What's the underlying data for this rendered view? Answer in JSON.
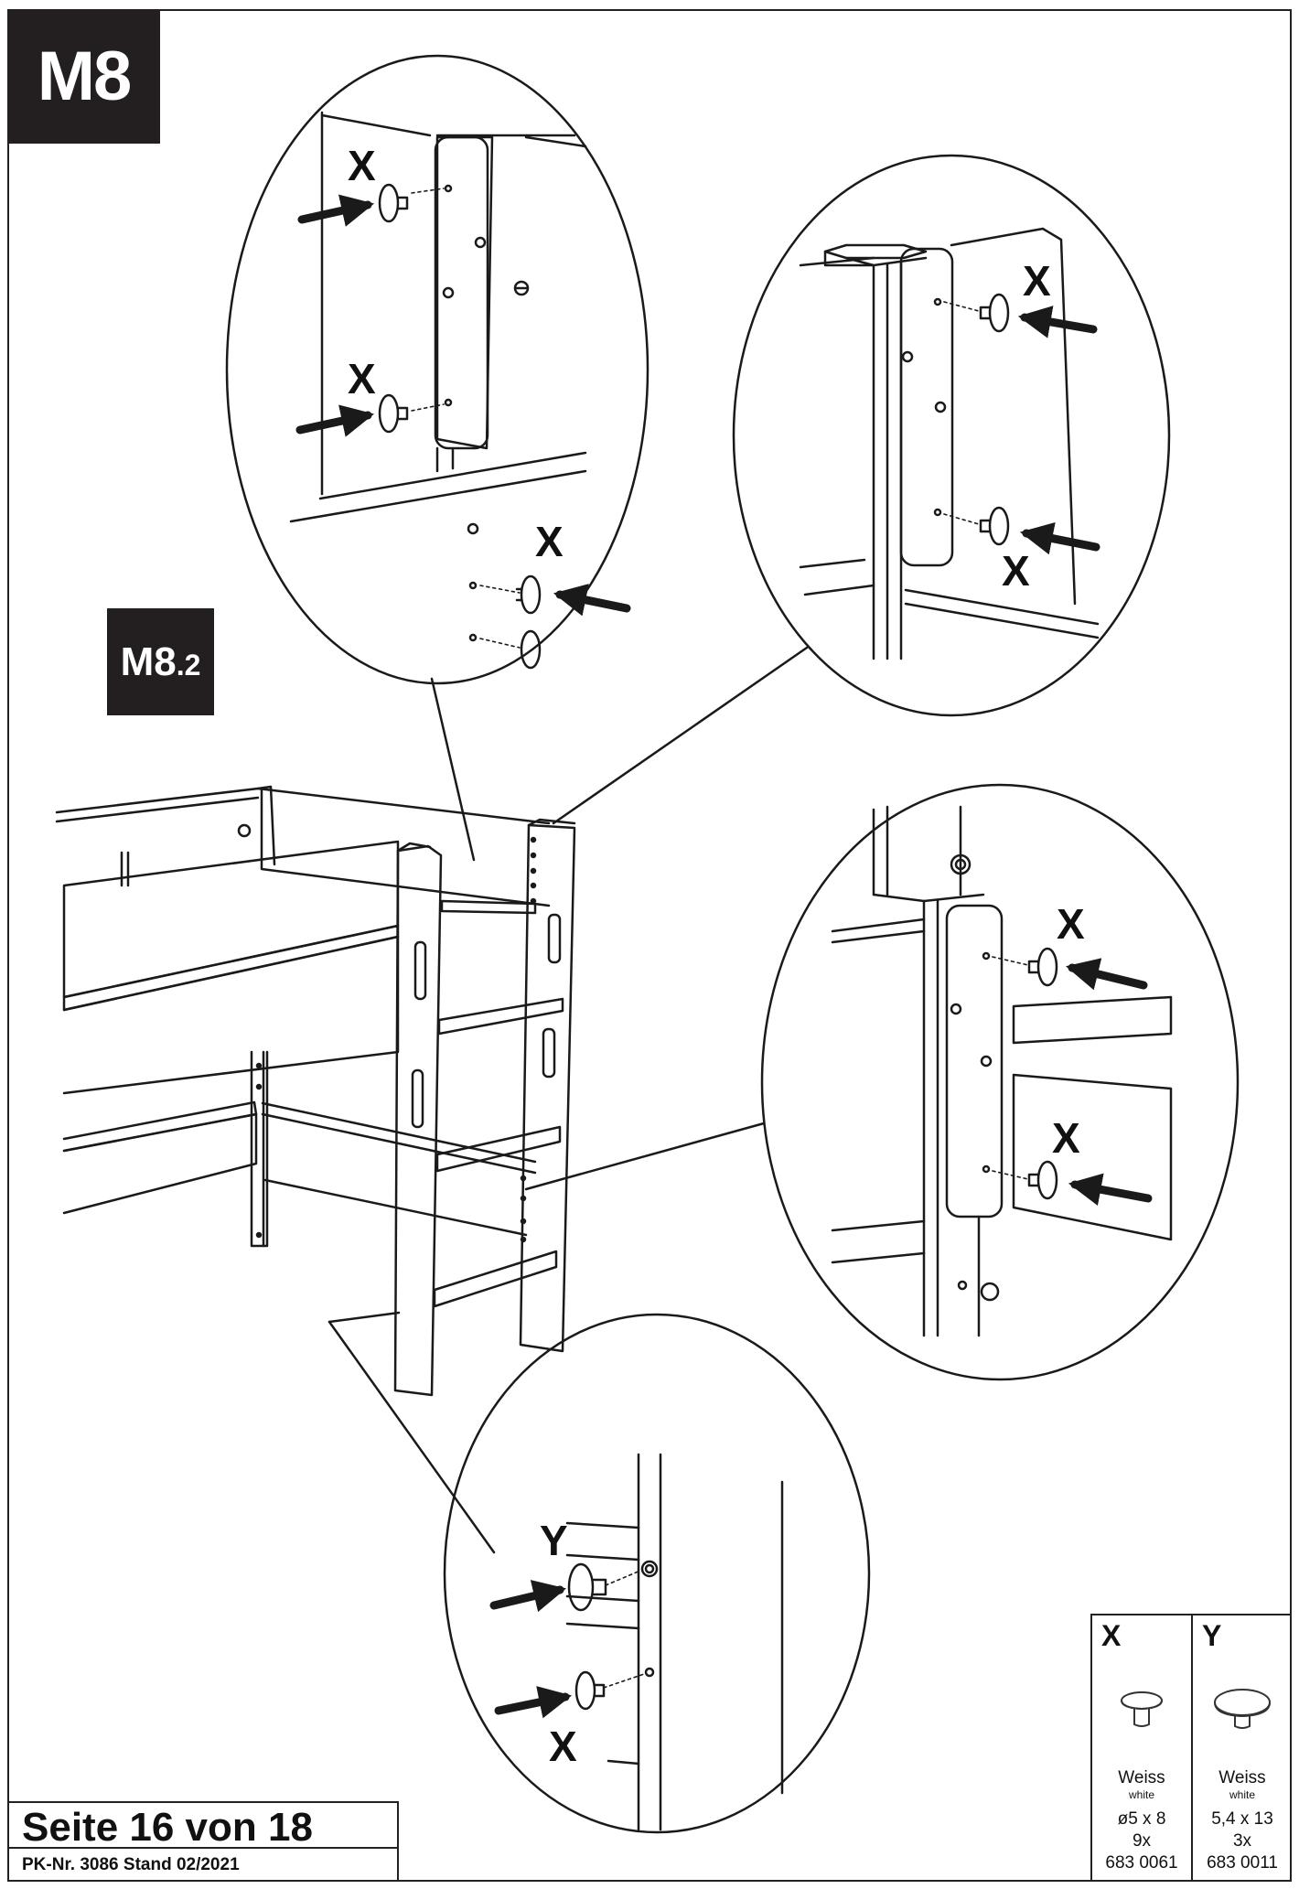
{
  "step": {
    "main": "M8",
    "sub_main": "M8",
    "sub_suffix": ".2"
  },
  "callout_labels": {
    "bubble_top_left": [
      "X",
      "X",
      "X"
    ],
    "bubble_top_right": [
      "X",
      "X"
    ],
    "bubble_right": [
      "X",
      "X"
    ],
    "bubble_bottom": [
      "Y",
      "X"
    ]
  },
  "footer": {
    "page": "Seite 16 von 18",
    "doc": "PK-Nr. 3086   Stand 02/2021"
  },
  "parts": [
    {
      "code": "X",
      "icon": "small-cap-plug-icon",
      "color_de": "Weiss",
      "color_en": "white",
      "size": "ø5 x 8",
      "qty": "9x",
      "article": "683 0061"
    },
    {
      "code": "Y",
      "icon": "large-cap-plug-icon",
      "color_de": "Weiss",
      "color_en": "white",
      "size": "5,4 x 13",
      "qty": "3x",
      "article": "683 0011"
    }
  ]
}
